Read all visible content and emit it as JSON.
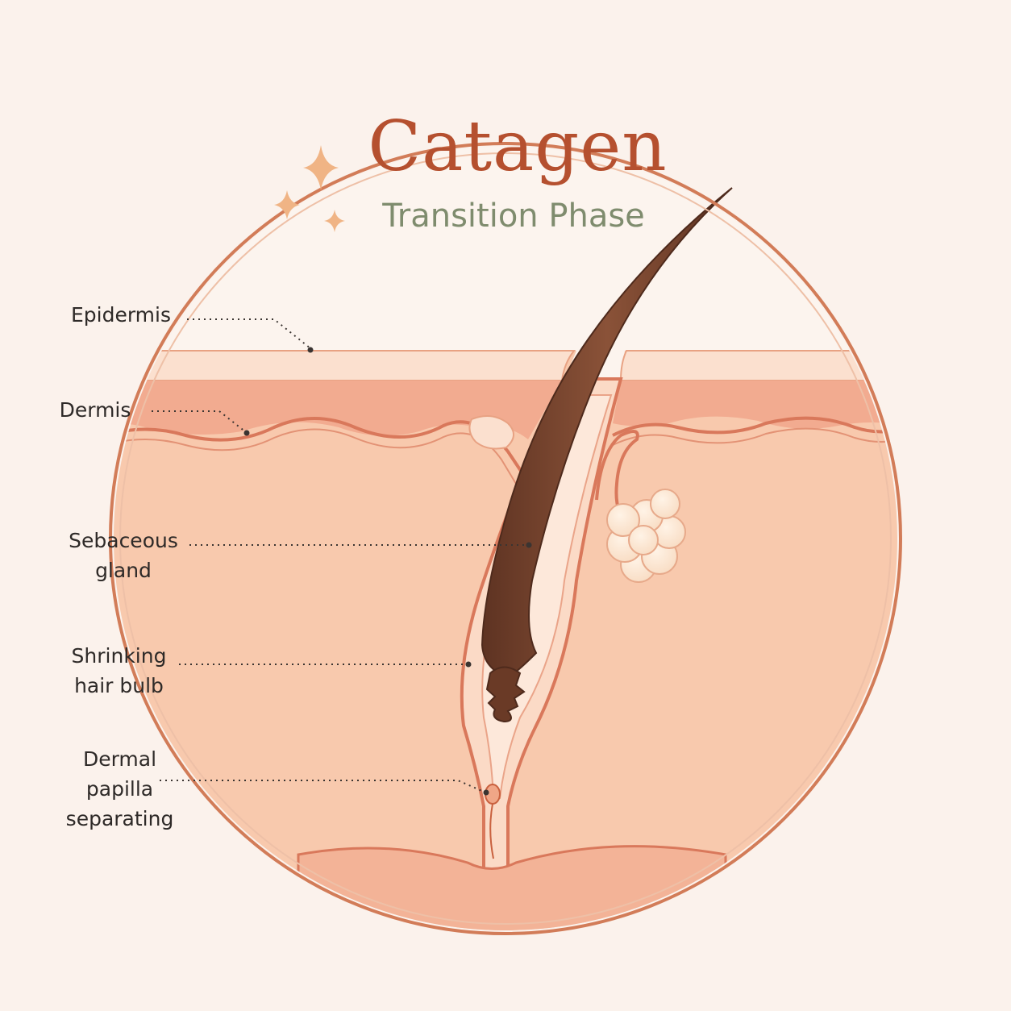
{
  "title": "Catagen",
  "subtitle": "Transition Phase",
  "labels": {
    "epidermis": "Epidermis",
    "dermis": "Dermis",
    "sebaceous_gland": "Sebaceous\ngland",
    "hair_bulb": "Shrinking\nhair bulb",
    "dermal_papilla": "Dermal\npapilla\nseparating"
  },
  "colors": {
    "background": "#fbf2ec",
    "title": "#b5502f",
    "subtitle": "#7f8c6e",
    "circle_outline": "#d27c58",
    "skin": "#f7c7aa",
    "dermis_band": "#f3b095",
    "hair": "#7a4530",
    "sparkle": "#f0b485"
  }
}
